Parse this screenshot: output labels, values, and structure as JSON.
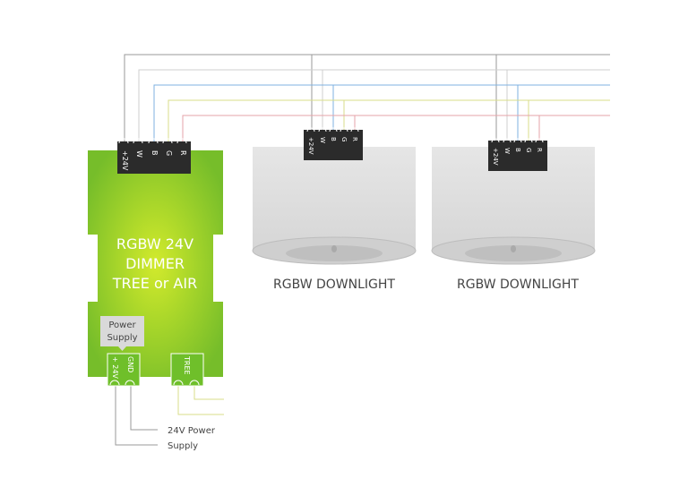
{
  "dimmer": {
    "title_lines": [
      "RGBW 24V",
      "DIMMER",
      "TREE or AIR"
    ],
    "output_terminals": [
      "+24V",
      "W",
      "B",
      "G",
      "R"
    ],
    "power_supply_lines": [
      "Power",
      "Supply"
    ],
    "power_terminals": [
      "+ 24V",
      "GND"
    ],
    "tree_terminal": "TREE"
  },
  "downlights": [
    {
      "label": "RGBW DOWNLIGHT",
      "terminals": [
        "+24V",
        "W",
        "B",
        "G",
        "R"
      ]
    },
    {
      "label": "RGBW DOWNLIGHT",
      "terminals": [
        "+24V",
        "W",
        "B",
        "G",
        "R"
      ]
    }
  ],
  "power_note_lines": [
    "24V Power",
    "Supply"
  ],
  "colors": {
    "dimmer_green": "#7cc22a",
    "dimmer_glow": "#c8e62a",
    "terminal_dark": "#2b2b2b",
    "wire_24v": "#9a9a9a",
    "wire_w": "#cfcfcf",
    "wire_b": "#7fb2e0",
    "wire_g": "#d8dc8a",
    "wire_r": "#e6a3a8",
    "lamp_body": "#e2e2e2"
  }
}
